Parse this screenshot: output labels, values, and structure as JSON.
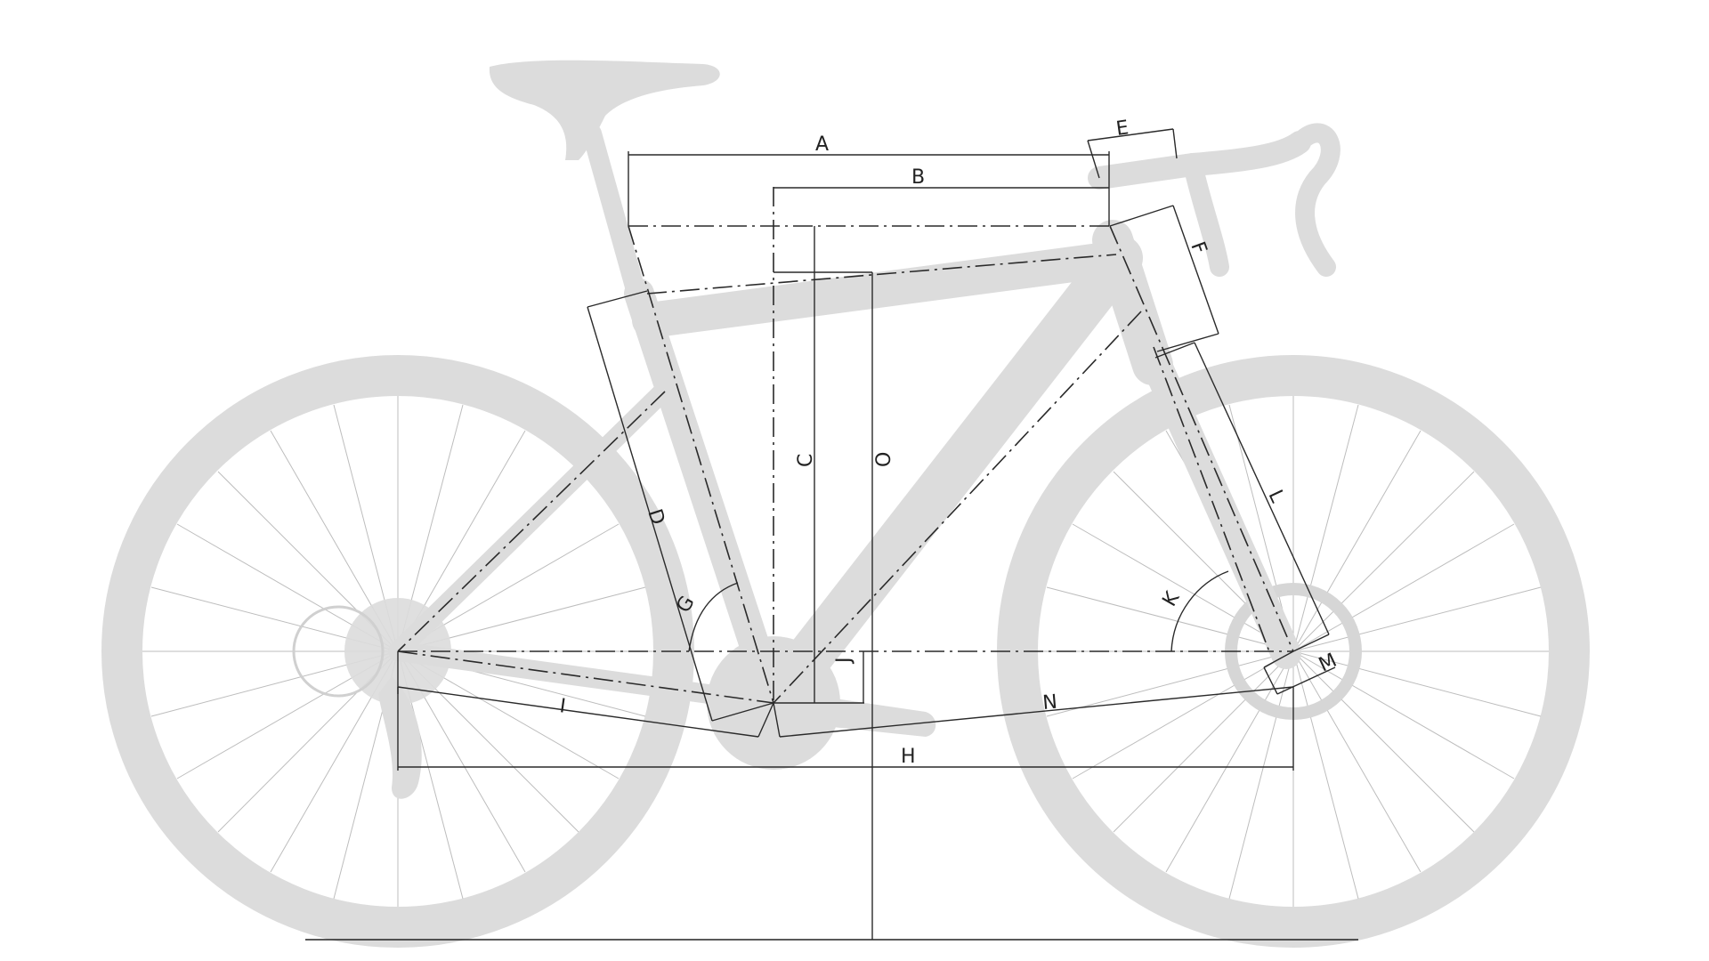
{
  "diagram": {
    "type": "bicycle-geometry",
    "colors": {
      "silhouette": "#dcdcdc",
      "line": "#2a2a2a",
      "background": "#ffffff"
    },
    "labels": {
      "A": "A",
      "B": "B",
      "C": "C",
      "D": "D",
      "E": "E",
      "F": "F",
      "G": "G",
      "H": "H",
      "I": "I",
      "J": "J",
      "K": "K",
      "L": "L",
      "M": "M",
      "N": "N",
      "O": "O"
    }
  }
}
